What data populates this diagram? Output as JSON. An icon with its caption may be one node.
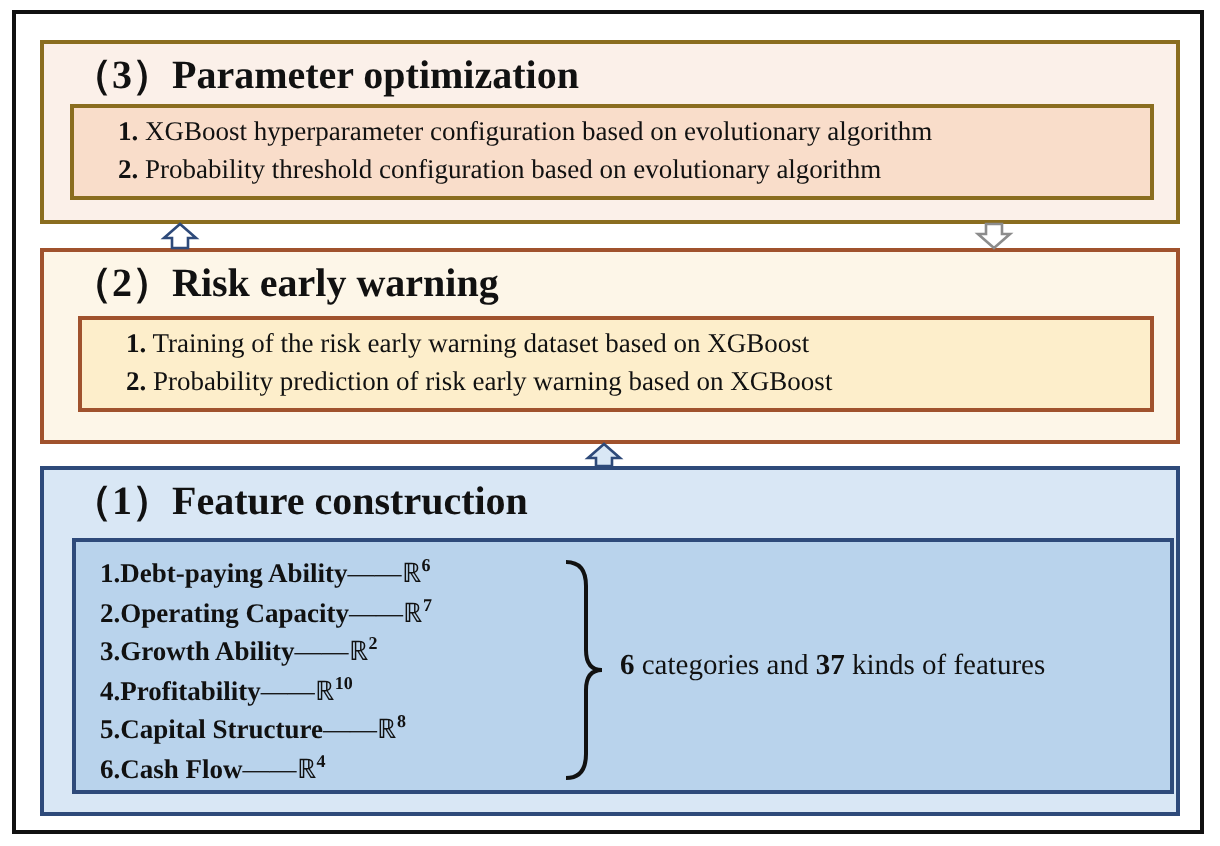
{
  "diagram": {
    "nodes": [
      {
        "text": [
          "（3）Parameter optimization"
        ]
      },
      {
        "text": [
          "**1.** XGBoost hyperparameter configuration based on evolutionary algorithm",
          "**2.** Probability threshold configuration based on evolutionary algorithm"
        ],
        "in": 0
      },
      {
        "text": [
          "（2）Risk early warning"
        ]
      },
      {
        "text": [
          "**1.** Training of the risk early warning dataset based on XGBoost",
          "**2.** Probability prediction of risk early warning based on XGBoost"
        ],
        "in": 2
      },
      {
        "text": [
          "（1）Feature construction"
        ]
      },
      {
        "text": [
          "**1.Debt-paying Ability**——ℝ$^{6}$",
          "**2.Operating Capacity**——ℝ$^{7}$",
          "**3.Growth Ability**——ℝ$^{2}$",
          "**4.Profitability**——ℝ$^{10}$",
          "**5.Capital Structure**——ℝ$^{8}$",
          "**6.Cash Flow**——ℝ$^{4}$",
          "**6** categories and **37** kinds of features"
        ],
        "in": 4
      }
    ],
    "edges": [
      {
        "from": 2,
        "to": 0,
        "arrow": "to"
      },
      {
        "from": 0,
        "to": 2,
        "arrow": "to",
        "color": "#8c8c8c"
      },
      {
        "from": 4,
        "to": 2,
        "arrow": "to"
      }
    ]
  }
}
